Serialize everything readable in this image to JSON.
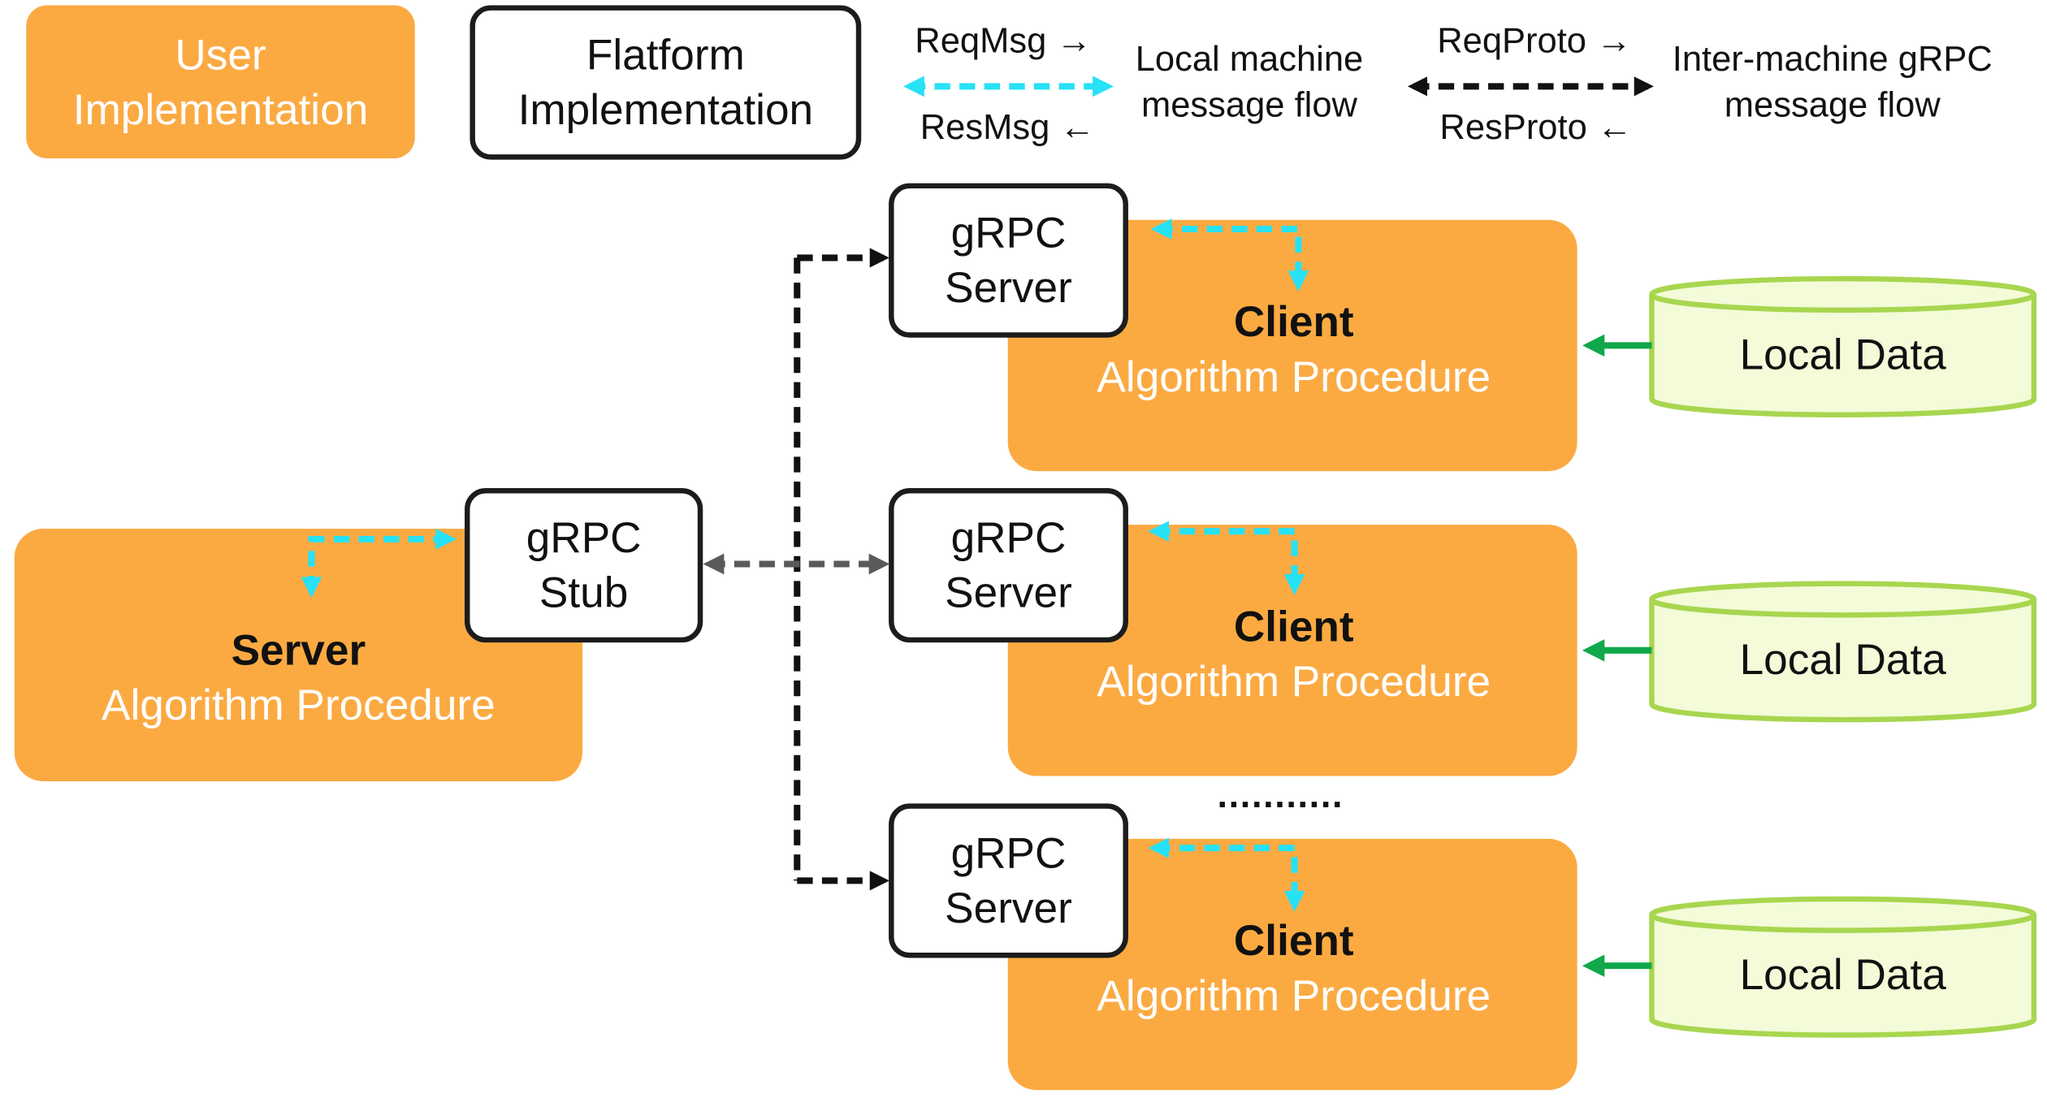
{
  "legend": {
    "user_impl": [
      "User",
      "Implementation"
    ],
    "platform_impl": [
      "Flatform",
      "Implementation"
    ],
    "local_flow": {
      "req": "ReqMsg →",
      "res": "ResMsg ←",
      "label": [
        "Local machine",
        "message flow"
      ]
    },
    "grpc_flow": {
      "req": "ReqProto →",
      "res": "ResProto ←",
      "label": [
        "Inter-machine gRPC",
        "message flow"
      ]
    }
  },
  "server": {
    "title": "Server",
    "subtitle": "Algorithm Procedure",
    "stub": [
      "gRPC",
      "Stub"
    ]
  },
  "clients": [
    {
      "title": "Client",
      "subtitle": "Algorithm Procedure",
      "grpc": [
        "gRPC",
        "Server"
      ],
      "data": "Local Data"
    },
    {
      "title": "Client",
      "subtitle": "Algorithm Procedure",
      "grpc": [
        "gRPC",
        "Server"
      ],
      "data": "Local Data"
    },
    {
      "title": "Client",
      "subtitle": "Algorithm Procedure",
      "grpc": [
        "gRPC",
        "Server"
      ],
      "data": "Local Data"
    }
  ],
  "ellipsis": "...........",
  "colors": {
    "user_impl": "#fbaa42",
    "local_flow": "#27e1f5",
    "grpc_flow": "#111111",
    "stub_link": "#5a5a5a",
    "data_fill": "#f3fbd8",
    "data_stroke": "#a8d64f",
    "data_arrow": "#10a84a"
  }
}
